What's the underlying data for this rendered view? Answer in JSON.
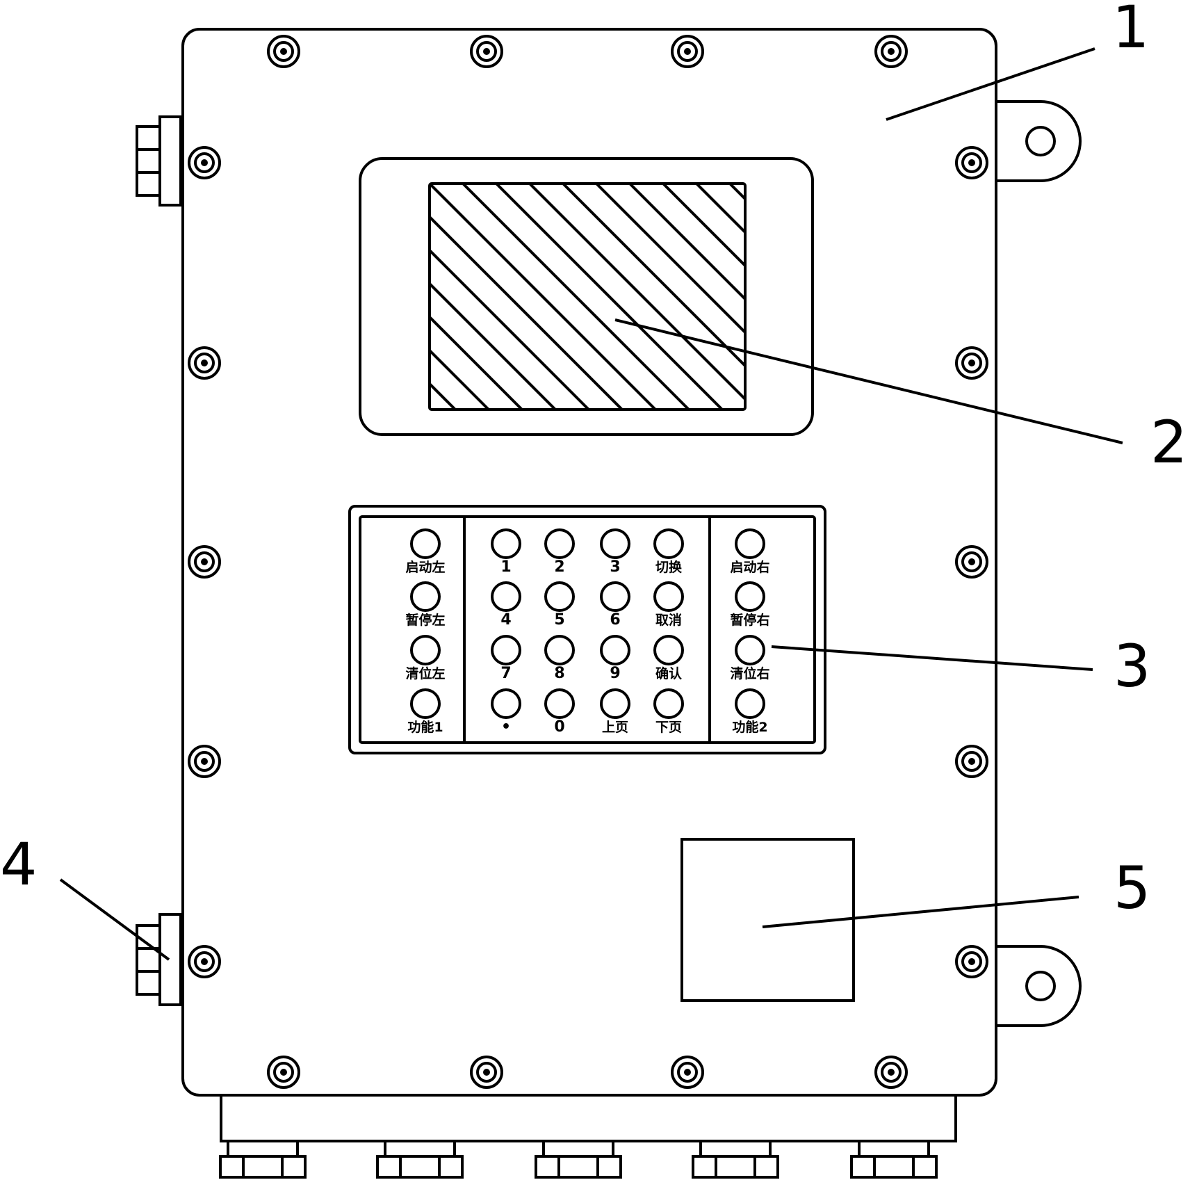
{
  "callouts": [
    {
      "id": "1",
      "text": "1"
    },
    {
      "id": "2",
      "text": "2"
    },
    {
      "id": "3",
      "text": "3"
    },
    {
      "id": "4",
      "text": "4"
    },
    {
      "id": "5",
      "text": "5"
    }
  ],
  "keypad": {
    "left_column": [
      "启动左",
      "暂停左",
      "清位左",
      "功能1"
    ],
    "center_grid": [
      [
        "1",
        "2",
        "3",
        "切换"
      ],
      [
        "4",
        "5",
        "6",
        "取消"
      ],
      [
        "7",
        "8",
        "9",
        "确认"
      ],
      [
        "•",
        "0",
        "上页",
        "下页"
      ]
    ],
    "right_column": [
      "启动右",
      "暂停右",
      "清位右",
      "功能2"
    ]
  }
}
